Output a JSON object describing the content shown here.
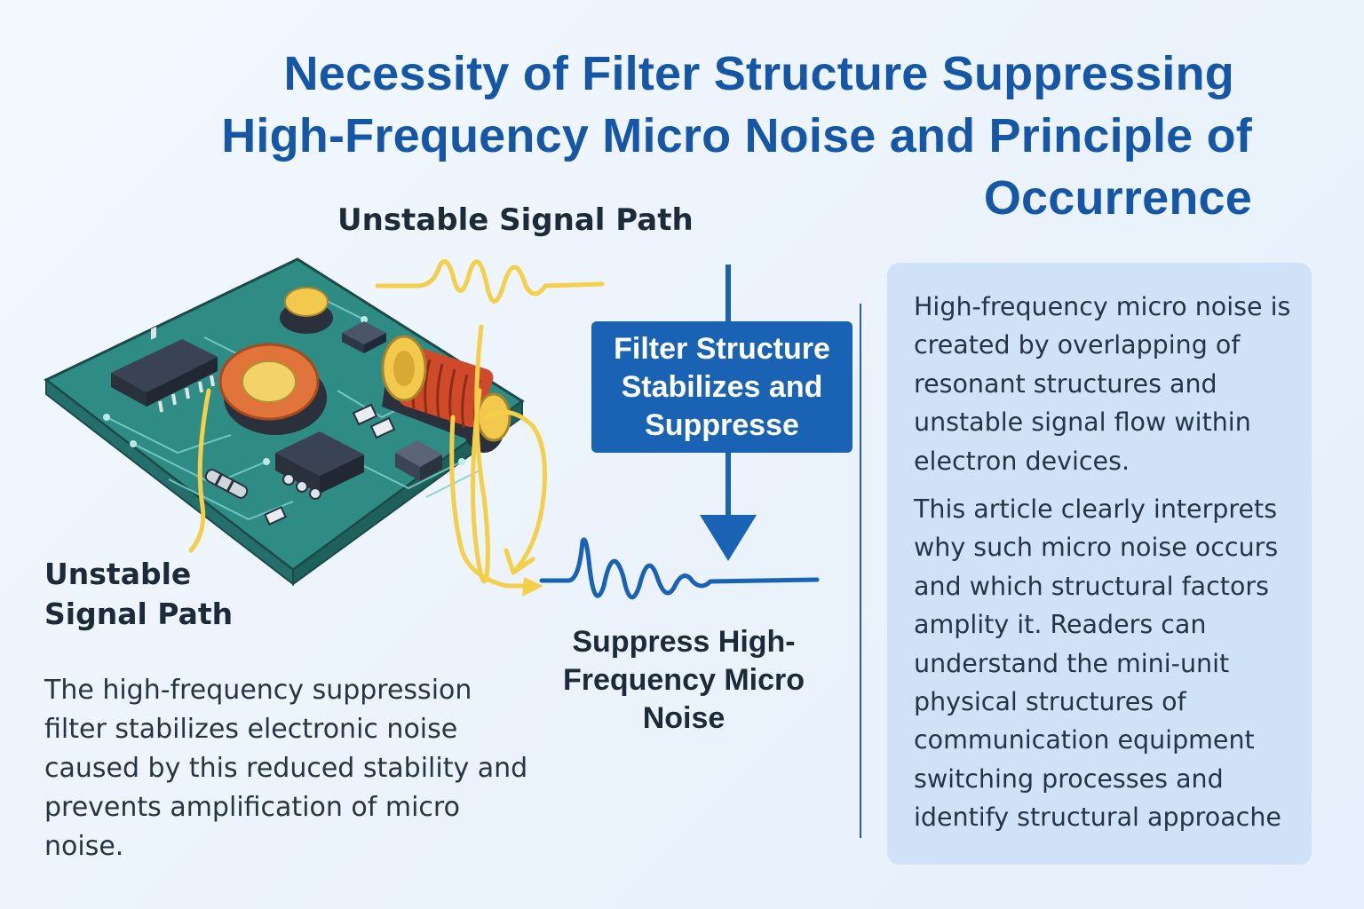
{
  "title": {
    "line1": "Necessity of Filter Structure Suppressing",
    "line2": "High-Frequency Micro Noise and Principle of",
    "line3": "Occurrence"
  },
  "labels": {
    "unstable_top": "Unstable Signal Path",
    "unstable_left": "Unstable Signal Path",
    "filter_box": "Filter Structure Stabilizes and Suppresse",
    "suppress": "Suppress High-Frequency Micro Noise"
  },
  "left_description": "The high-frequency suppression filter stabilizes electronic noise caused by this reduced stability and prevents amplification of micro noise.",
  "info_panel": {
    "paragraph1": "High-frequency micro noise is created by overlapping of resonant structures and unstable signal flow within electron devices.",
    "paragraph2": "This article clearly interprets why such micro noise occurs and which structural factors amplity it. Readers can understand the mini-unit physical structures of communication equipment switching processes and identify structural approache"
  },
  "icons": {
    "circuit_board": "circuit-board-illustration",
    "inductor": "inductor-coil-icon",
    "toroid": "toroidal-core-icon",
    "noisy_wave": "noisy-signal-wave-icon",
    "damped_wave": "damped-signal-wave-icon",
    "arrow": "down-arrow-icon"
  },
  "colors": {
    "title": "#1557a6",
    "accent_blue": "#1a62b4",
    "signal_yellow": "#f4cf4a",
    "board_green": "#2f8c85",
    "panel_bg": "#cfe2f8"
  }
}
